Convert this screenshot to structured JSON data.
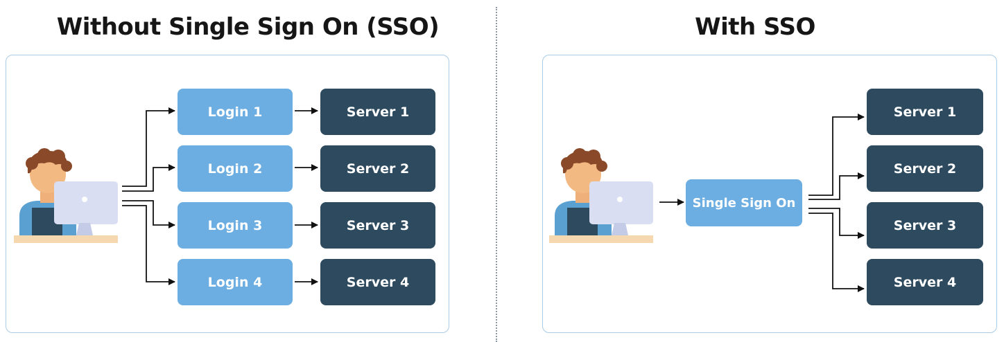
{
  "left": {
    "title": "Without Single Sign On (SSO)",
    "logins": [
      "Login 1",
      "Login 2",
      "Login 3",
      "Login 4"
    ],
    "servers": [
      "Server 1",
      "Server 2",
      "Server 3",
      "Server 4"
    ]
  },
  "right": {
    "title": "With SSO",
    "sso_label": "Single Sign On",
    "servers": [
      "Server 1",
      "Server 2",
      "Server 3",
      "Server 4"
    ]
  },
  "colors": {
    "login_box": "#6daee2",
    "server_box": "#2d4a5e",
    "panel_border": "#a9cbe6",
    "arrow": "#111111"
  },
  "icons": {
    "user": "user-at-computer-icon"
  }
}
